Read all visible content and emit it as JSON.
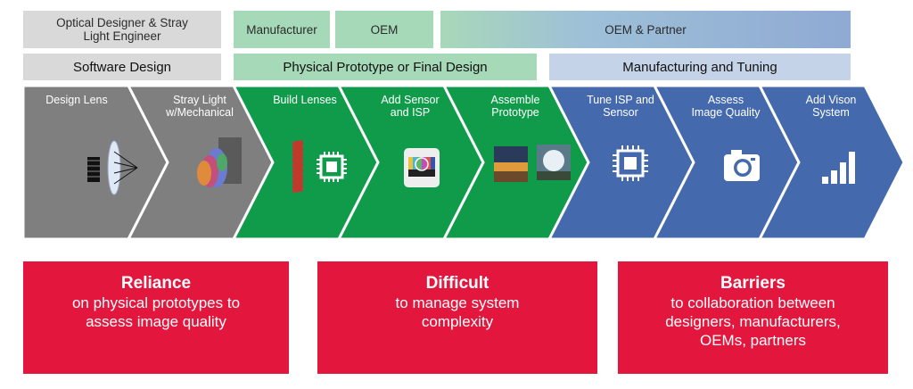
{
  "roles": {
    "optical_line1": "Optical Designer & Stray",
    "optical_line2": "Light Engineer",
    "manufacturer": "Manufacturer",
    "oem": "OEM",
    "oem_partner": "OEM & Partner"
  },
  "phases": {
    "software": "Software Design",
    "physical": "Physical Prototype or Final Design",
    "manufacturing": "Manufacturing and Tuning"
  },
  "steps": [
    {
      "lines": [
        "Design Lens"
      ],
      "color": "#7f7f7f",
      "icon": "lens-rays-icon"
    },
    {
      "lines": [
        "Stray Light",
        "w/Mechanical"
      ],
      "color": "#7f7f7f",
      "icon": "stray-light-model-icon"
    },
    {
      "lines": [
        "Build Lenses"
      ],
      "color": "#109b4b",
      "icon": "lens-chip-icon"
    },
    {
      "lines": [
        "Add Sensor",
        "and ISP"
      ],
      "color": "#109b4b",
      "icon": "test-chart-icon"
    },
    {
      "lines": [
        "Assemble",
        "Prototype"
      ],
      "color": "#109b4b",
      "icon": "photo-samples-icon"
    },
    {
      "lines": [
        "Tune ISP and",
        "Sensor"
      ],
      "color": "#4469ad",
      "icon": "chip-icon"
    },
    {
      "lines": [
        "Assess",
        "Image Quality"
      ],
      "color": "#4469ad",
      "icon": "camera-icon"
    },
    {
      "lines": [
        "Add Vison",
        "System"
      ],
      "color": "#4469ad",
      "icon": "signal-bars-icon"
    }
  ],
  "callouts": {
    "reliance": {
      "title": "Reliance",
      "line1": "on physical prototypes to",
      "line2": "assess image quality",
      "line3": ""
    },
    "difficult": {
      "title": "Difficult",
      "line1": "to manage system",
      "line2": "complexity",
      "line3": ""
    },
    "barriers": {
      "title": "Barriers",
      "line1": "to collaboration between",
      "line2": "designers, manufacturers,",
      "line3": "OEMs, partners"
    }
  },
  "colors": {
    "gray_step": "#7f7f7f",
    "green_step": "#109b4b",
    "blue_step": "#4469ad",
    "callout_red": "#e3173e"
  }
}
